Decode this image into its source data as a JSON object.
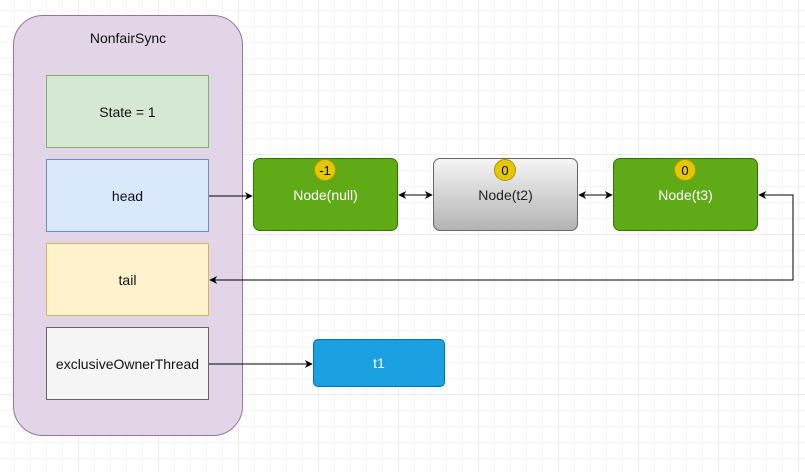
{
  "container": {
    "title": "NonfairSync"
  },
  "fields": {
    "state": "State = 1",
    "head": "head",
    "tail": "tail",
    "owner": "exclusiveOwnerThread"
  },
  "nodes": [
    {
      "label": "Node(null)",
      "badge": "-1"
    },
    {
      "label": "Node(t2)",
      "badge": "0"
    },
    {
      "label": "Node(t3)",
      "badge": "0"
    }
  ],
  "thread": {
    "label": "t1"
  },
  "colors": {
    "container_fill": "#e1d5e7",
    "node_green": "#60a917",
    "badge_yellow": "#e3c800",
    "thread_blue": "#1ba1e2"
  }
}
